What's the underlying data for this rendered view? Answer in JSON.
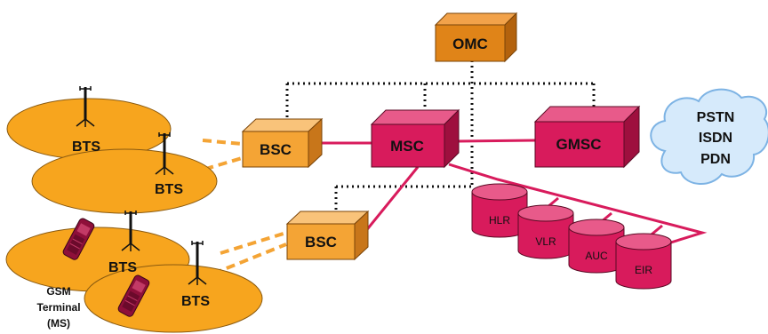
{
  "nodes": {
    "omc": "OMC",
    "bsc_top": "BSC",
    "bsc_bottom": "BSC",
    "msc": "MSC",
    "gmsc": "GMSC",
    "hlr": "HLR",
    "vlr": "VLR",
    "auc": "AUC",
    "eir": "EIR"
  },
  "cells": {
    "bts_1": "BTS",
    "bts_2": "BTS",
    "bts_3": "BTS",
    "bts_4": "BTS"
  },
  "cloud": {
    "line1": "PSTN",
    "line2": "ISDN",
    "line3": "PDN"
  },
  "terminal": {
    "line1": "GSM",
    "line2": "Terminal",
    "line3": "(MS)"
  },
  "colors": {
    "orange_box": "#f4a435",
    "orange_dark": "#c8761a",
    "orange_cell": "#f7a51e",
    "red_box": "#d81b5c",
    "red_dark": "#9e0f3e",
    "red_link": "#d81b5c",
    "omc_box": "#e08418",
    "cloud_fill": "#d6eafb",
    "cloud_stroke": "#7db3e4"
  }
}
